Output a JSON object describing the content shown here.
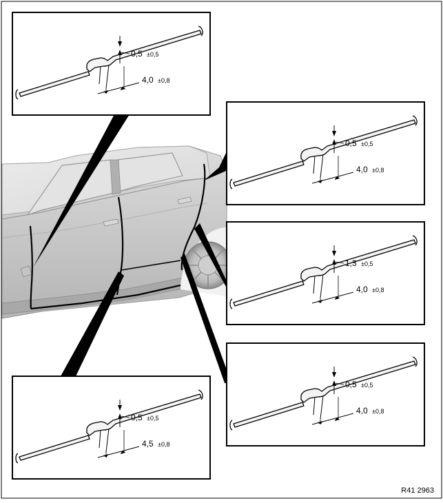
{
  "panels": [
    {
      "id": "top-left",
      "gap": "0,5",
      "gap_tol": "±0,5",
      "flush": "4,0",
      "flush_tol": "±0,8"
    },
    {
      "id": "right-top",
      "gap": "0,5",
      "gap_tol": "±0,5",
      "flush": "4,0",
      "flush_tol": "±0,8"
    },
    {
      "id": "right-middle",
      "gap": "1,3",
      "gap_tol": "±0,5",
      "flush": "4,0",
      "flush_tol": "±0,8"
    },
    {
      "id": "right-bottom",
      "gap": "0,5",
      "gap_tol": "±0,5",
      "flush": "4,0",
      "flush_tol": "±0,8"
    },
    {
      "id": "bottom-left",
      "gap": "0,5",
      "gap_tol": "±0,5",
      "flush": "4,5",
      "flush_tol": "±0,8"
    }
  ],
  "reference": "R41 2963",
  "colors": {
    "line": "#000000",
    "panel_bg": "#ffffff",
    "car_light": "#e6e6e6",
    "car_mid": "#cfcfcf",
    "car_dark": "#9a9a9a"
  }
}
